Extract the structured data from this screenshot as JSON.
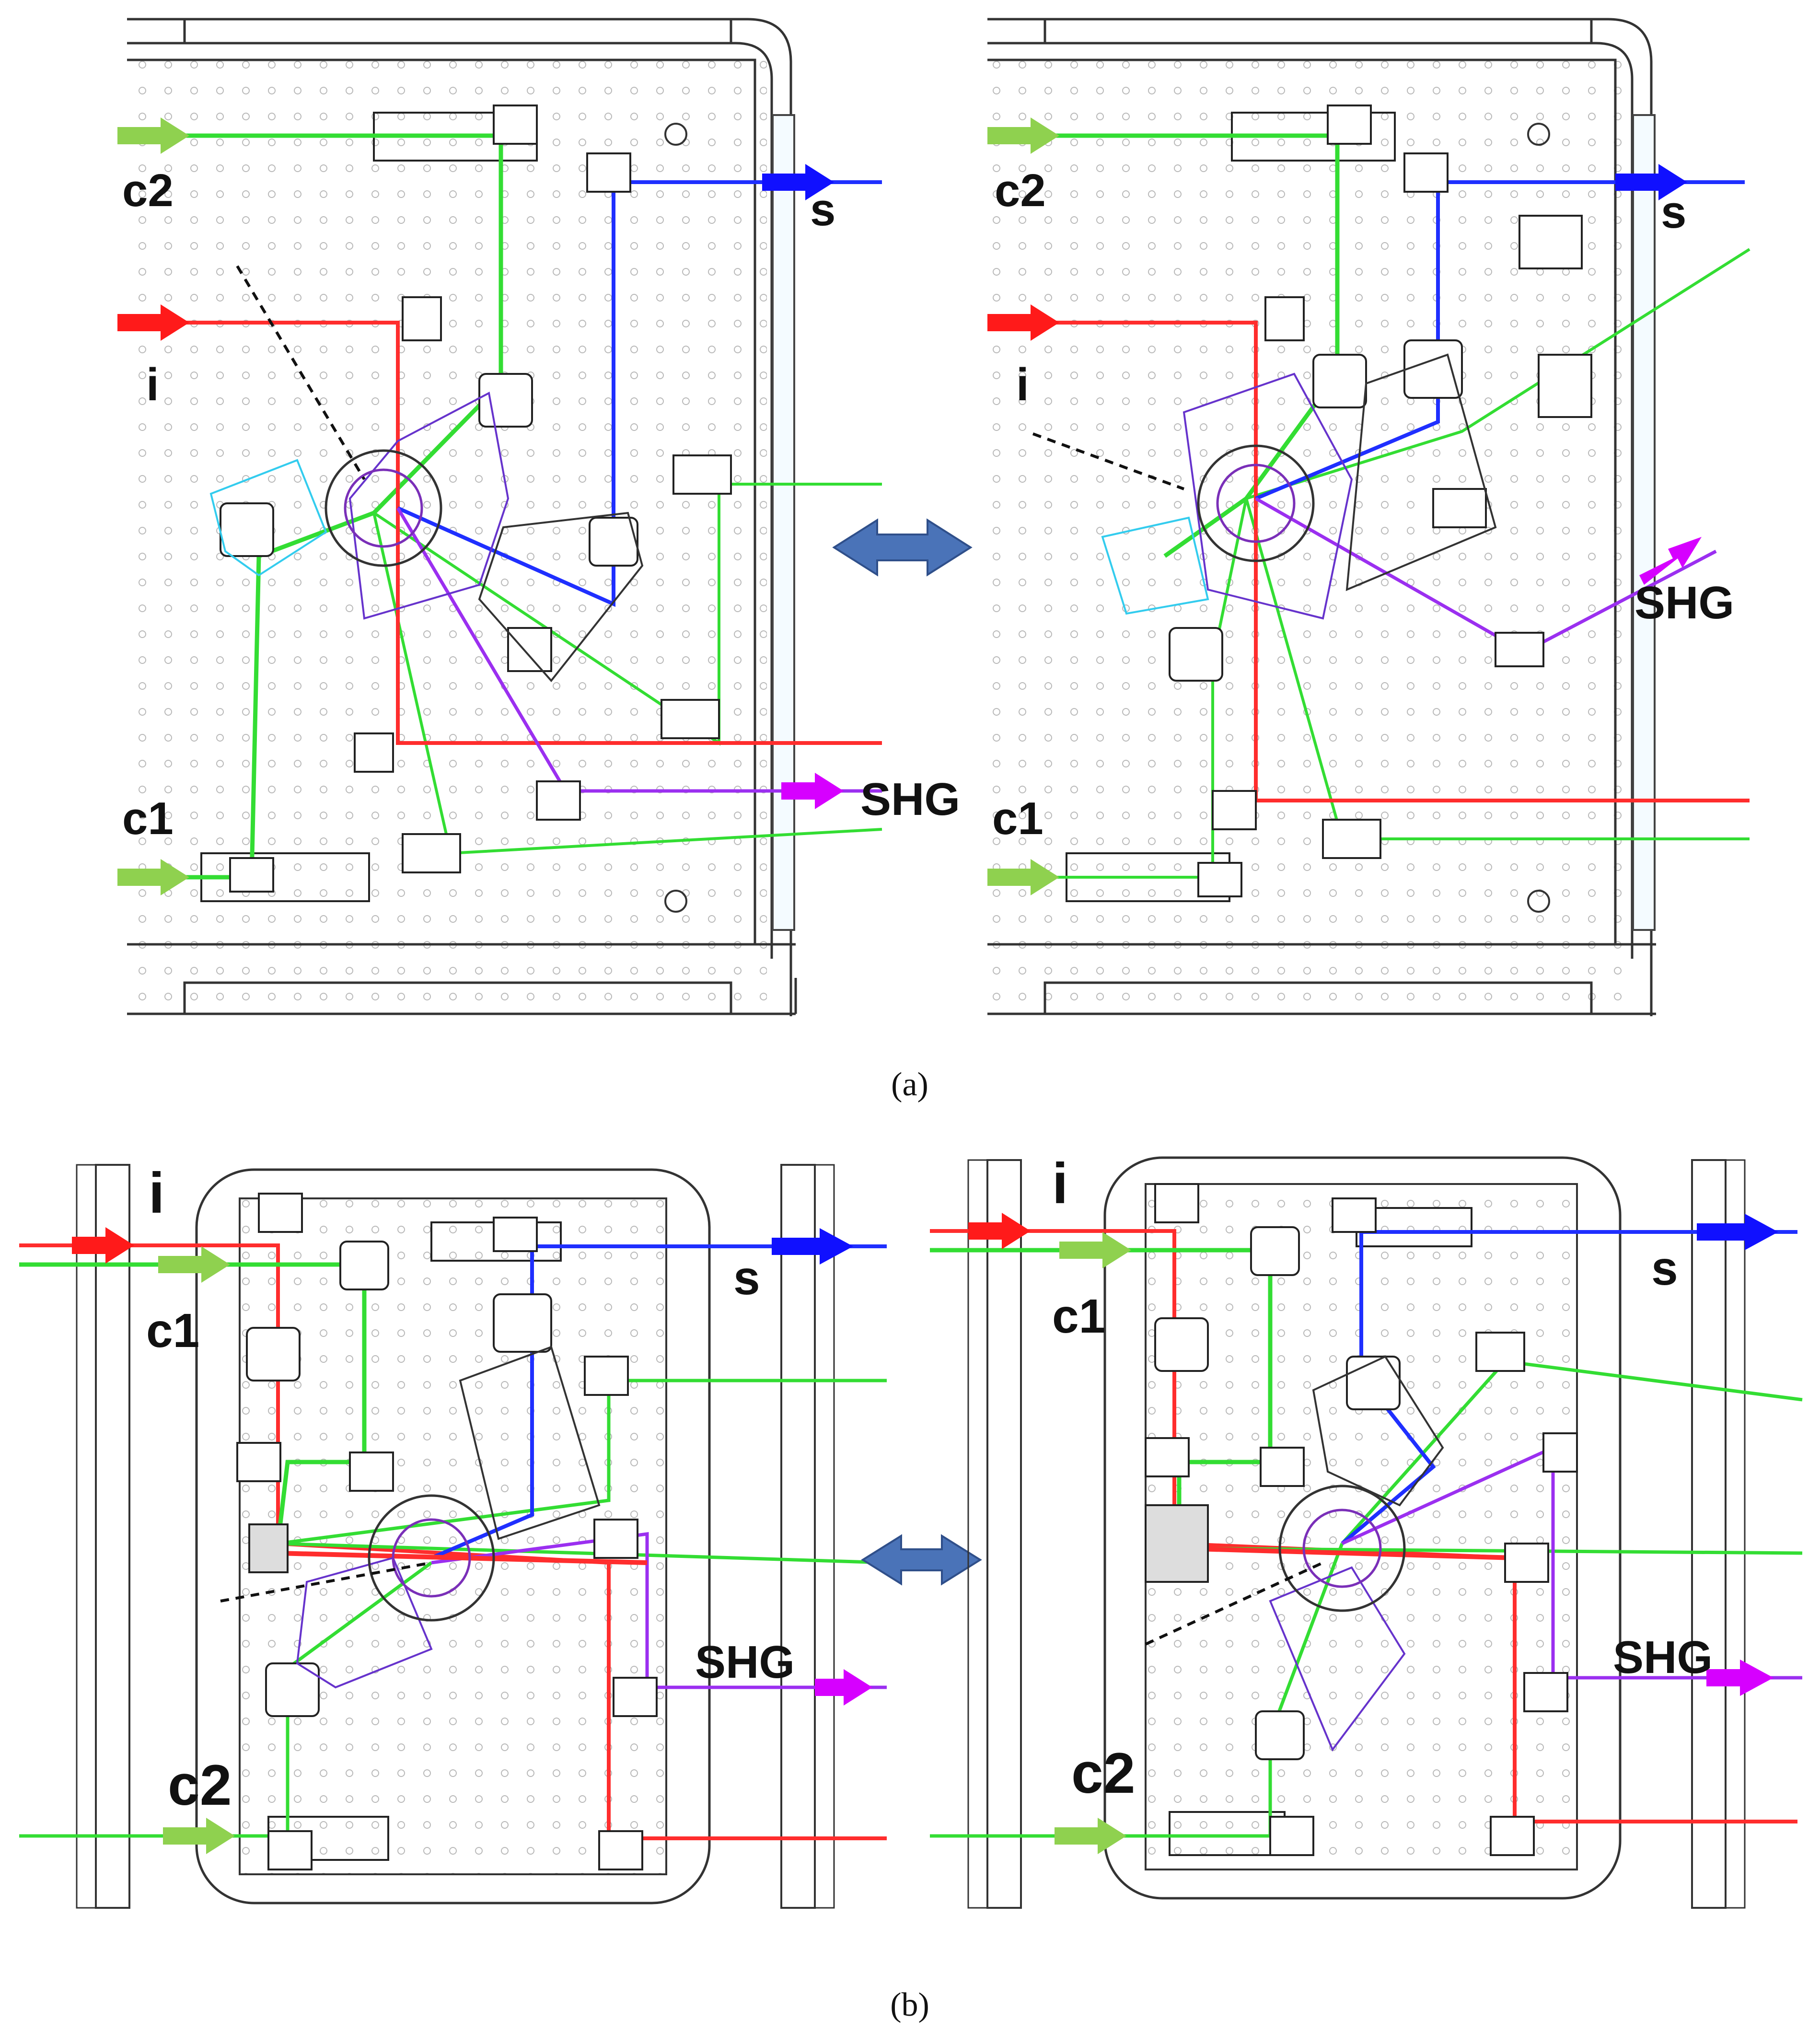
{
  "panel_a": {
    "caption": "(a)",
    "left": {
      "labels": {
        "c2": "c2",
        "s": "s",
        "i": "i",
        "c1": "c1",
        "shg": "SHG"
      }
    },
    "right": {
      "labels": {
        "c2": "c2",
        "s": "s",
        "i": "i",
        "c1": "c1",
        "shg": "SHG"
      }
    }
  },
  "panel_b": {
    "caption": "(b)",
    "left": {
      "labels": {
        "i": "i",
        "c1": "c1",
        "s": "s",
        "shg": "SHG",
        "c2": "c2"
      }
    },
    "right": {
      "labels": {
        "i": "i",
        "c1": "c1",
        "s": "s",
        "shg": "SHG",
        "c2": "c2"
      }
    }
  },
  "colors": {
    "idler": "#ff2d2d",
    "pump": "#33dd33",
    "pump_arrow": "#8fd14f",
    "signal": "#1f2fff",
    "shg": "#d600ff",
    "swap_arrow": "#4a73b8"
  },
  "icons": [
    "double-arrow-icon",
    "input-arrow-icon",
    "output-arrow-icon"
  ]
}
